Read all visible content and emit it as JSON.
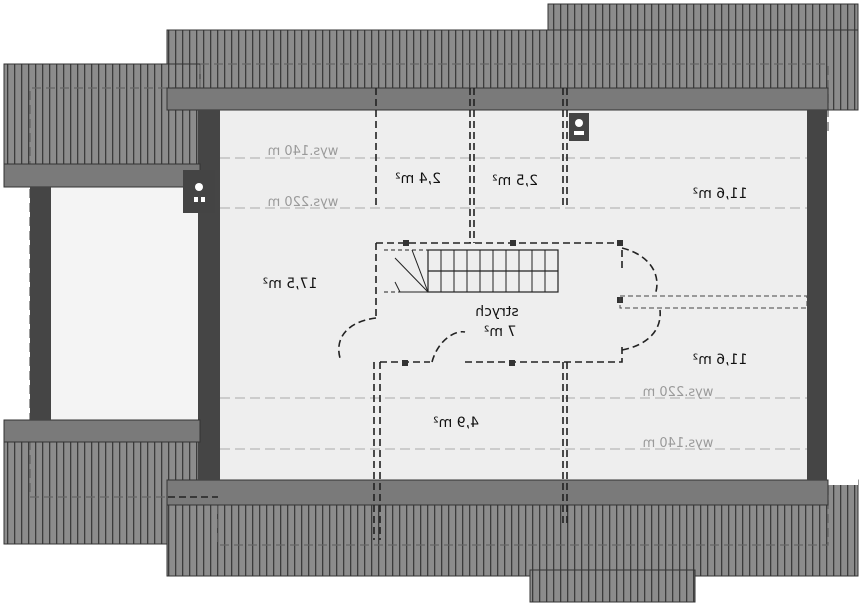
{
  "plan": {
    "rooms": [
      {
        "id": "room-a",
        "area": "2,4 m²"
      },
      {
        "id": "room-b",
        "area": "2,5 m²"
      },
      {
        "id": "room-c",
        "area": "11,6 m²"
      },
      {
        "id": "room-d",
        "area": "17,5 m²"
      },
      {
        "id": "room-e",
        "area": "11,6 m²"
      },
      {
        "id": "room-f",
        "area": "4,9 m²"
      }
    ],
    "attic": {
      "name": "strych",
      "area": "7 m²"
    },
    "heights": {
      "top_140": "wys.140 m",
      "top_220": "wys.220 m",
      "bottom_220": "wys.220 m",
      "bottom_140": "wys.140 m"
    }
  },
  "colors": {
    "roof": "#8a8a8a",
    "roof_stripe": "#555555",
    "wall": "#444444",
    "floor": "#eeeeee",
    "dashed_line": "#666666",
    "height_text": "#9a9a9a"
  },
  "icons": [
    "chimney-icon",
    "chimney-icon"
  ]
}
